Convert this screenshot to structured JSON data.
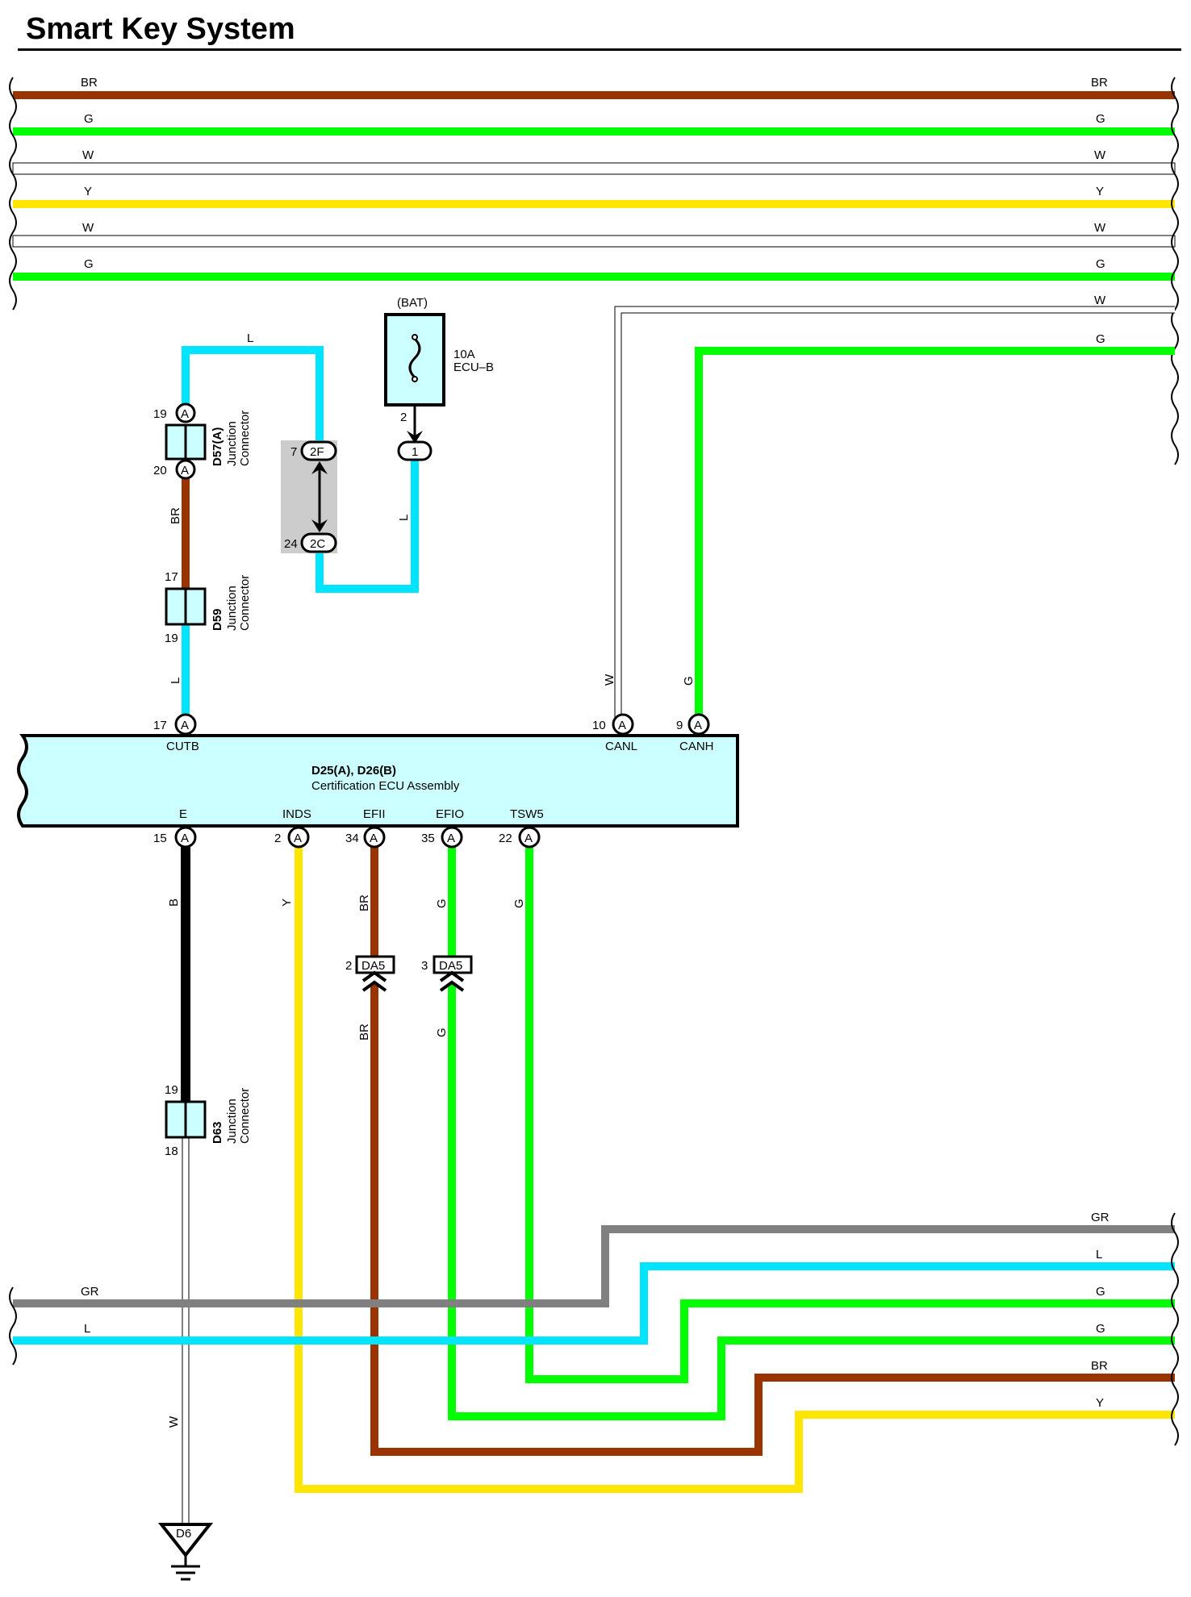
{
  "title": "Smart Key System",
  "colors": {
    "BR": "#993300",
    "G": "#00ff00",
    "W": "#ffffff",
    "Y": "#ffe600",
    "L": "#00e5ff",
    "GR": "#808080",
    "B": "#000000",
    "ecu_fill": "#ccffff",
    "connector_fill": "#ccffff",
    "shade": "#cccccc"
  },
  "top_wires": [
    {
      "color": "BR"
    },
    {
      "color": "G"
    },
    {
      "color": "W"
    },
    {
      "color": "Y"
    },
    {
      "color": "W"
    },
    {
      "color": "G"
    }
  ],
  "bat": {
    "label": "(BAT)",
    "fuse_rating": "10A",
    "fuse_name": "ECU–B",
    "pin_top": "2",
    "pin_plug": "1"
  },
  "wire_labels": {
    "L": "L",
    "BR": "BR",
    "W": "W",
    "G": "G",
    "Y": "Y",
    "B": "B",
    "GR": "GR"
  },
  "connectors": {
    "d57": {
      "name": "D57(A)",
      "desc1": "Junction",
      "desc2": "Connector",
      "pin_top": "19",
      "pin_bottom": "20",
      "pin_letter": "A"
    },
    "d59": {
      "name": "D59",
      "desc1": "Junction",
      "desc2": "Connector",
      "pin_top": "17",
      "pin_bottom": "19"
    },
    "d63": {
      "name": "D63",
      "desc1": "Junction",
      "desc2": "Connector",
      "pin_top": "19",
      "pin_bottom": "18"
    },
    "junction": {
      "top_num": "7",
      "top_code": "2F",
      "bottom_num": "24",
      "bottom_code": "2C"
    },
    "da5_a": {
      "pin": "2",
      "code": "DA5"
    },
    "da5_b": {
      "pin": "3",
      "code": "DA5"
    },
    "ground": {
      "code": "D6"
    }
  },
  "ecu": {
    "title": "D25(A), D26(B)",
    "subtitle": "Certification ECU Assembly",
    "pins_top": [
      {
        "num": "17",
        "letter": "A",
        "name": "CUTB"
      },
      {
        "num": "10",
        "letter": "A",
        "name": "CANL"
      },
      {
        "num": "9",
        "letter": "A",
        "name": "CANH"
      }
    ],
    "pins_bottom": [
      {
        "num": "15",
        "letter": "A",
        "name": "E"
      },
      {
        "num": "2",
        "letter": "A",
        "name": "INDS"
      },
      {
        "num": "34",
        "letter": "A",
        "name": "EFII"
      },
      {
        "num": "35",
        "letter": "A",
        "name": "EFIO"
      },
      {
        "num": "22",
        "letter": "A",
        "name": "TSW5"
      }
    ]
  }
}
